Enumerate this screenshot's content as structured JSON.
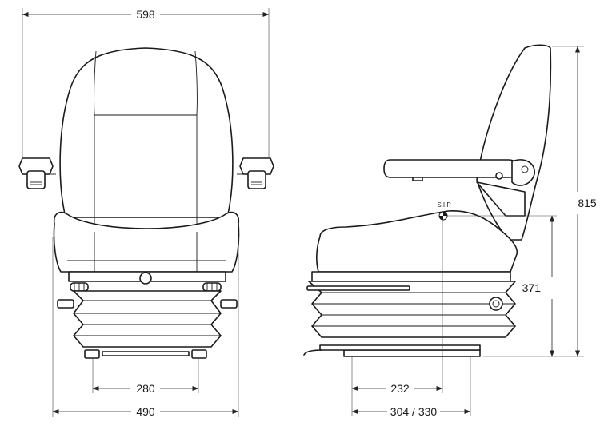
{
  "dimensions": {
    "overall_width": "598",
    "base_width": "490",
    "base_inner_width": "280",
    "side_height": "815",
    "sip_height": "371",
    "sip_depth": "232",
    "base_depth": "304 / 330"
  },
  "labels": {
    "sip": "S.I.P"
  },
  "colors": {
    "line": "#1a1a1a",
    "background": "#ffffff"
  }
}
